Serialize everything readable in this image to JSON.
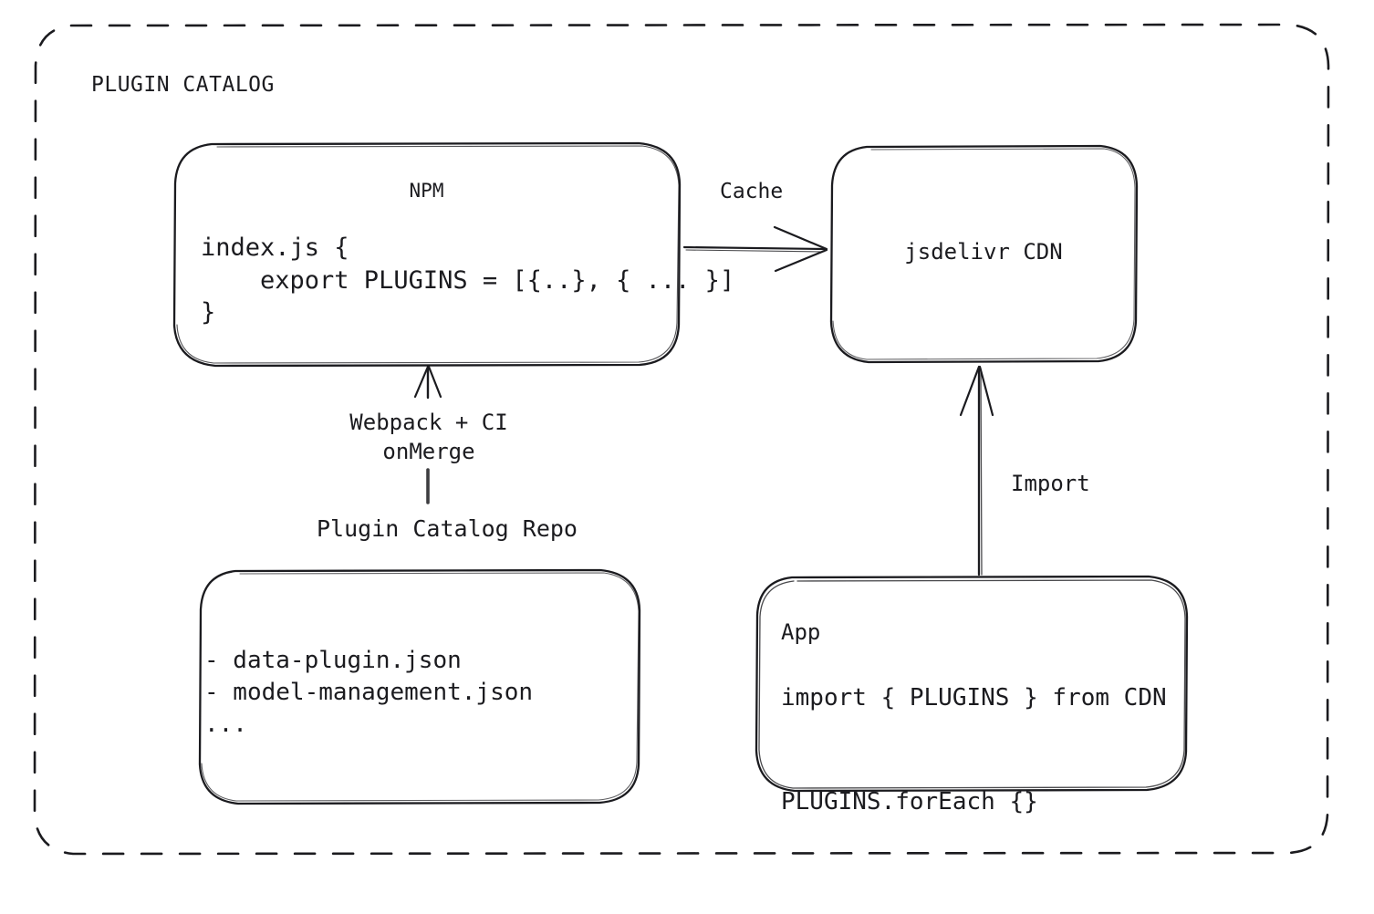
{
  "diagram": {
    "container": {
      "title": "PLUGIN CATALOG",
      "border_style": "dashed",
      "stroke_color": "#1b1b1f"
    },
    "nodes": {
      "npm": {
        "title": "NPM",
        "code": "index.js {\n    export PLUGINS = [{..}, { ... }]\n}"
      },
      "cdn": {
        "title": "jsdelivr CDN"
      },
      "repo": {
        "title": "Plugin Catalog Repo",
        "files": "- data-plugin.json\n- model-management.json\n..."
      },
      "app": {
        "title": "App",
        "code": "import { PLUGINS } from CDN\n\nPLUGINS.forEach {}"
      }
    },
    "edges": {
      "cache": {
        "label": "Cache",
        "from": "npm",
        "to": "cdn"
      },
      "build": {
        "label": "Webpack + CI\nonMerge",
        "from": "repo",
        "to": "npm"
      },
      "import": {
        "label": "Import",
        "from": "app",
        "to": "cdn"
      }
    }
  }
}
